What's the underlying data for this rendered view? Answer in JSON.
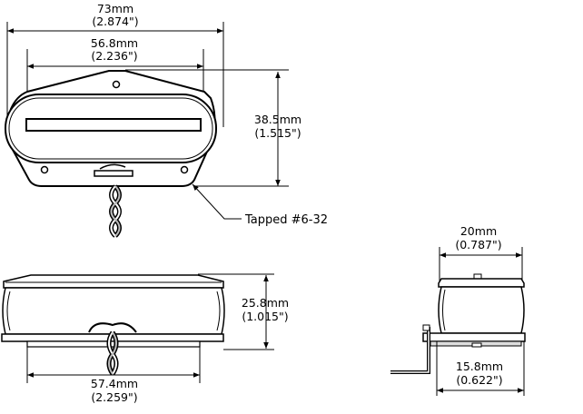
{
  "dimensions": {
    "top_overall_width": {
      "mm": "73mm",
      "in": "(2.874\")"
    },
    "top_mount_width": {
      "mm": "56.8mm",
      "in": "(2.236\")"
    },
    "top_height": {
      "mm": "38.5mm",
      "in": "(1.515\")"
    },
    "tapped_note": "Tapped #6-32",
    "side_height": {
      "mm": "25.8mm",
      "in": "(1.015\")"
    },
    "side_base_width": {
      "mm": "57.4mm",
      "in": "(2.259\")"
    },
    "end_top_width": {
      "mm": "20mm",
      "in": "(0.787\")"
    },
    "end_base_width": {
      "mm": "15.8mm",
      "in": "(0.622\")"
    }
  },
  "colors": {
    "ink": "#000000",
    "paper": "#ffffff",
    "shade": "#cfcfcf",
    "wire_light": "#e6e6e6"
  }
}
